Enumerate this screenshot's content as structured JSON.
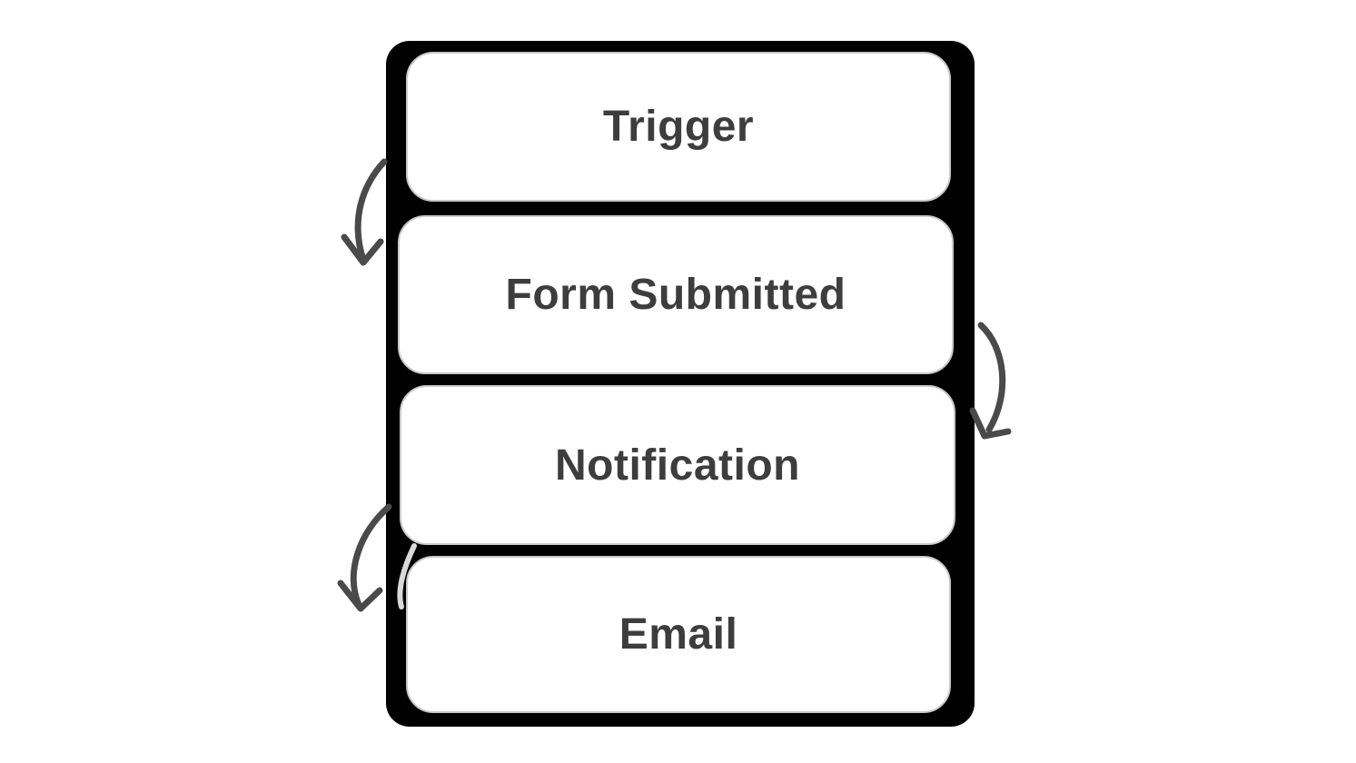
{
  "diagram": {
    "title": "workflow-node-stack",
    "nodes": [
      {
        "id": "trigger",
        "label": "Trigger"
      },
      {
        "id": "form-submitted",
        "label": "Form Submitted"
      },
      {
        "id": "notification",
        "label": "Notification"
      },
      {
        "id": "email",
        "label": "Email"
      }
    ],
    "connections": [
      {
        "from": "Trigger",
        "to": "Form Submitted",
        "side": "left",
        "style": "hand-drawn-curved-arrow"
      },
      {
        "from": "Form Submitted",
        "to": "Notification",
        "side": "right",
        "style": "hand-drawn-curved-arrow"
      },
      {
        "from": "Notification",
        "to": "Email",
        "side": "left",
        "style": "hand-drawn-curved-arrow"
      }
    ],
    "colors": {
      "stack_background": "#000000",
      "node_background": "#ffffff",
      "node_border": "#c9c9c9",
      "node_text": "#3d3d3d",
      "arrow": "#4a4a4a",
      "arrow_light": "#d9d9d9",
      "page_background": "#ffffff"
    }
  }
}
